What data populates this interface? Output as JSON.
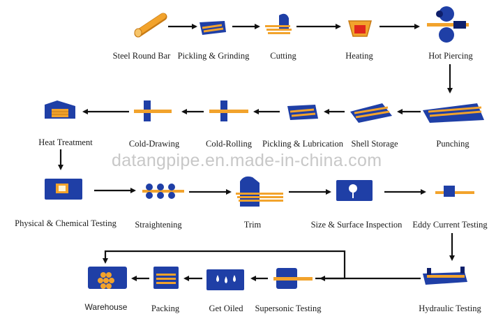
{
  "watermark": "datangpipe.en.made-in-china.com",
  "colors": {
    "blue": "#1f3fa6",
    "dark_blue": "#0e1f6b",
    "orange": "#f2a32c",
    "red": "#e0271c",
    "arrow": "#111111",
    "line": "#1a1a1a"
  },
  "steps": [
    {
      "label": "Steel Round Bar",
      "icon": "round-bar-icon"
    },
    {
      "label": "Pickling & Grinding",
      "icon": "pickling-tank-icon"
    },
    {
      "label": "Cutting",
      "icon": "cutting-saw-icon"
    },
    {
      "label": "Heating",
      "icon": "heating-furnace-icon"
    },
    {
      "label": "Hot Piercing",
      "icon": "piercing-rollers-icon"
    },
    {
      "label": "Punching",
      "icon": "punching-machine-icon"
    },
    {
      "label": "Shell Storage",
      "icon": "shell-storage-icon"
    },
    {
      "label": "Pickling & Lubrication",
      "icon": "lubrication-tank-icon"
    },
    {
      "label": "Cold-Rolling",
      "icon": "cold-rolling-icon"
    },
    {
      "label": "Cold-Drawing",
      "icon": "cold-drawing-icon"
    },
    {
      "label": "Heat Treatment",
      "icon": "heat-treatment-furnace-icon"
    },
    {
      "label": "Physical & Chemical Testing",
      "icon": "lab-monitor-icon"
    },
    {
      "label": "Straightening",
      "icon": "straightening-rollers-icon"
    },
    {
      "label": "Trim",
      "icon": "trim-machine-icon"
    },
    {
      "label": "Size & Surface Inspection",
      "icon": "inspection-lens-icon"
    },
    {
      "label": "Eddy Current Testing",
      "icon": "eddy-current-icon"
    },
    {
      "label": "Hydraulic Testing",
      "icon": "hydraulic-test-bench-icon"
    },
    {
      "label": "Supersonic Testing",
      "icon": "supersonic-tester-icon"
    },
    {
      "label": "Get Oiled",
      "icon": "oil-drops-icon"
    },
    {
      "label": "Packing",
      "icon": "packing-bundle-icon"
    },
    {
      "label": "Warehouse",
      "icon": "warehouse-pipes-icon"
    }
  ]
}
